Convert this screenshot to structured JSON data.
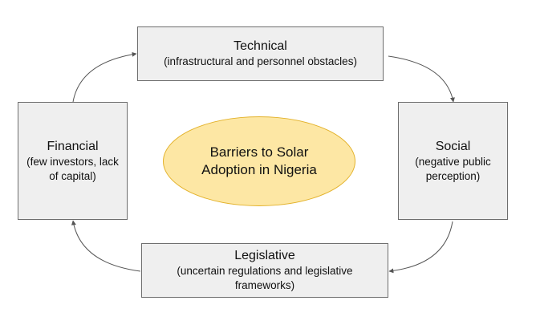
{
  "diagram": {
    "center": {
      "label": "Barriers to Solar Adoption in Nigeria"
    },
    "boxes": {
      "technical": {
        "title": "Technical",
        "description": "(infrastructural and personnel obstacles)"
      },
      "social": {
        "title": "Social",
        "description": "(negative public perception)"
      },
      "legislative": {
        "title": "Legislative",
        "description": "(uncertain regulations and legislative frameworks)"
      },
      "financial": {
        "title": "Financial",
        "description": "(few investors, lack of capital)"
      }
    },
    "flow": [
      "Technical",
      "Social",
      "Legislative",
      "Financial"
    ],
    "colors": {
      "box_fill": "#efefef",
      "box_border": "#6e6e6e",
      "ellipse_fill": "#fde7a4",
      "ellipse_border": "#e3b22b",
      "arrow": "#555555"
    }
  }
}
